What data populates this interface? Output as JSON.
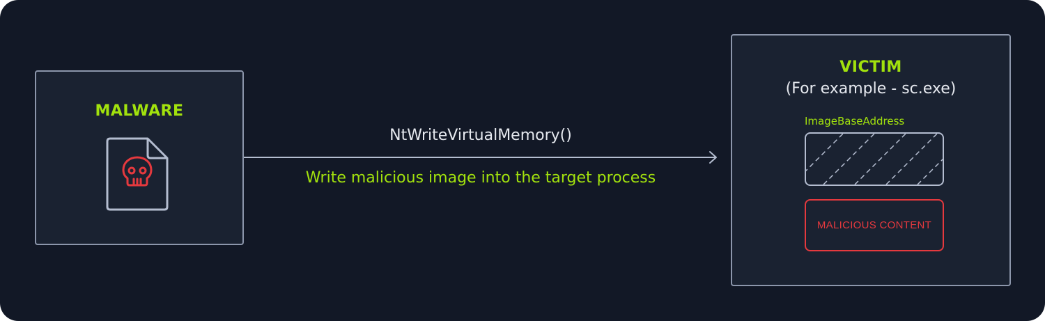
{
  "malware": {
    "title": "MALWARE",
    "icon": "malicious-file-skull-icon"
  },
  "connection": {
    "call": "NtWriteVirtualMemory()",
    "description": "Write malicious image into the target process",
    "arrow_icon": "arrow-right-icon"
  },
  "victim": {
    "title": "VICTIM",
    "subtitle": "(For example - sc.exe)",
    "image_base_label": "ImageBaseAddress",
    "malicious_content_label": "MALICIOUS CONTENT"
  },
  "colors": {
    "background": "#121826",
    "panel": "#1a2231",
    "border": "#8c96ab",
    "accent_green": "#a2e20d",
    "danger_red": "#e5393e",
    "text": "#e6e9ef"
  }
}
